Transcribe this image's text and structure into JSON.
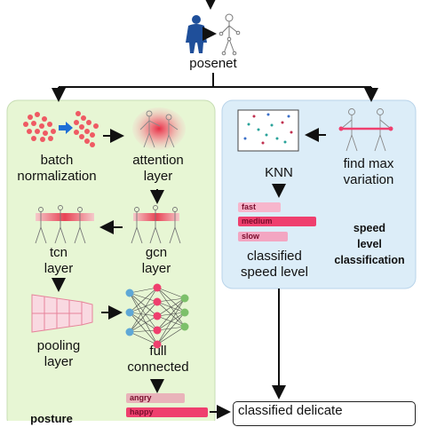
{
  "nodes": {
    "posenet": "posenet",
    "batch_norm": "batch\nnormalization",
    "attention": "attention\nlayer",
    "tcn": "tcn\nlayer",
    "gcn": "gcn\nlayer",
    "pooling": "pooling\nlayer",
    "full_connected": "full\nconnected",
    "knn": "KNN",
    "find_max": "find max\nvariation",
    "classified_speed": "classified\nspeed level",
    "speed_section": "speed\nlevel\nclassification",
    "posture": "posture",
    "classified_delicate": "classified delicate"
  },
  "speed_bars": [
    {
      "label": "fast",
      "level": 0.45,
      "color": "#f7b6cc"
    },
    {
      "label": "medium",
      "level": 0.95,
      "color": "#ef3f6e"
    },
    {
      "label": "slow",
      "level": 0.55,
      "color": "#f3a6c2"
    }
  ],
  "emotion_bars": [
    {
      "label": "angry",
      "level": 0.6,
      "color": "#e9b3ba"
    },
    {
      "label": "happy",
      "level": 0.9,
      "color": "#ef3f6e"
    }
  ],
  "colors": {
    "left_panel": "#e7f6d4",
    "right_panel": "#dcedf8",
    "accent": "#ef3f6e",
    "arrow": "#111111",
    "person_icon": "#1f4f9a"
  }
}
